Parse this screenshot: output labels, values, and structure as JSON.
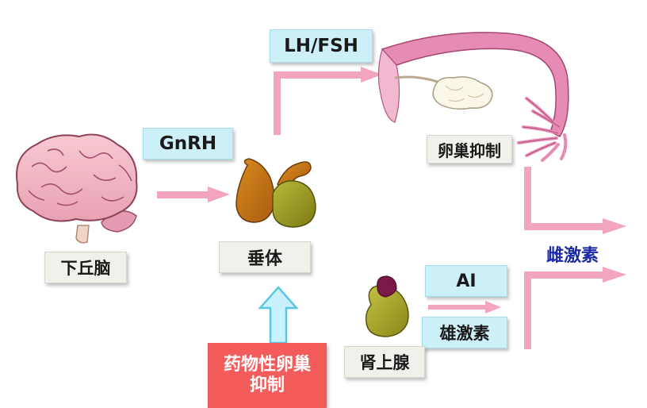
{
  "labels": {
    "lh_fsh": "LH/FSH",
    "gnrh": "GnRH",
    "ovary_suppression": "卵巢抑制",
    "hypothalamus": "下丘脑",
    "pituitary": "垂体",
    "estrogen": "雌激素",
    "ai": "AI",
    "androgen": "雄激素",
    "adrenal": "肾上腺",
    "drug_ovary_suppression": "药物性卵巢抑制"
  },
  "colors": {
    "arrow_pink": "#f2a5bd",
    "label_cyan": "#cdeff8",
    "label_gray": "#f1f1ec",
    "drug_red": "#f45c5c",
    "estrogen_text": "#1c2aa8",
    "up_arrow": "#c8f2ff"
  },
  "icons": [
    "brain-icon",
    "pituitary-icon",
    "ovary-uterus-icon",
    "adrenal-icon"
  ]
}
